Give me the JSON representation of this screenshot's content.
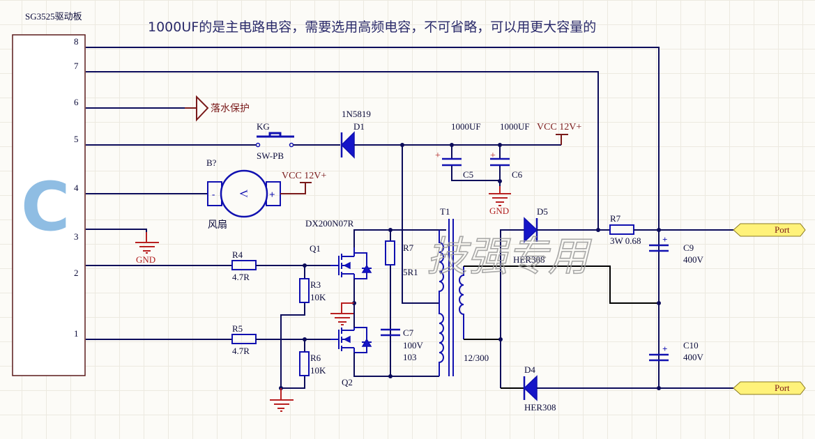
{
  "title_note": "1000UF的是主电路电容，需要选用高频电容，不可省略，可以用更大容量的",
  "driver_board": {
    "name": "SG3525驱动板",
    "logo_letter": "C",
    "pins": [
      "8",
      "7",
      "6",
      "5",
      "4",
      "3",
      "2",
      "1"
    ]
  },
  "watermark": "技强专用",
  "labels": {
    "protection": "落水保护",
    "switch_ref": "KG",
    "switch_type": "SW-PB",
    "diode1_part": "1N5819",
    "diode1_ref": "D1",
    "c5_value": "1000UF",
    "c6_value": "1000UF",
    "c5_ref": "C5",
    "c6_ref": "C6",
    "vcc1": "VCC 12V+",
    "vcc2": "VCC 12V+",
    "gnd1": "GND",
    "gnd2": "GND",
    "fan_ref": "B?",
    "fan_name": "风扇",
    "fan_minus": "-",
    "fan_plus": "+",
    "fan_symbol": "V",
    "mosfet_part": "DX200N07R",
    "q1": "Q1",
    "q2": "Q2",
    "r4_ref": "R4",
    "r4_val": "4.7R",
    "r5_ref": "R5",
    "r5_val": "4.7R",
    "r3_ref": "R3",
    "r3_val": "10K",
    "r6_ref": "R6",
    "r6_val": "10K",
    "r7a_ref": "R7",
    "r7a_val": "5R1",
    "c7_ref": "C7",
    "c7_v": "100V",
    "c7_val": "103",
    "t1_ref": "T1",
    "t1_ratio": "12/300",
    "d5_ref": "D5",
    "d5_part": "HER308",
    "d4_ref": "D4",
    "d4_part": "HER308",
    "r7b_ref": "R7",
    "r7b_val": "3W 0.68",
    "c9_ref": "C9",
    "c9_v": "400V",
    "c10_ref": "C10",
    "c10_v": "400V",
    "port1": "Port",
    "port2": "Port",
    "plus": "+"
  }
}
